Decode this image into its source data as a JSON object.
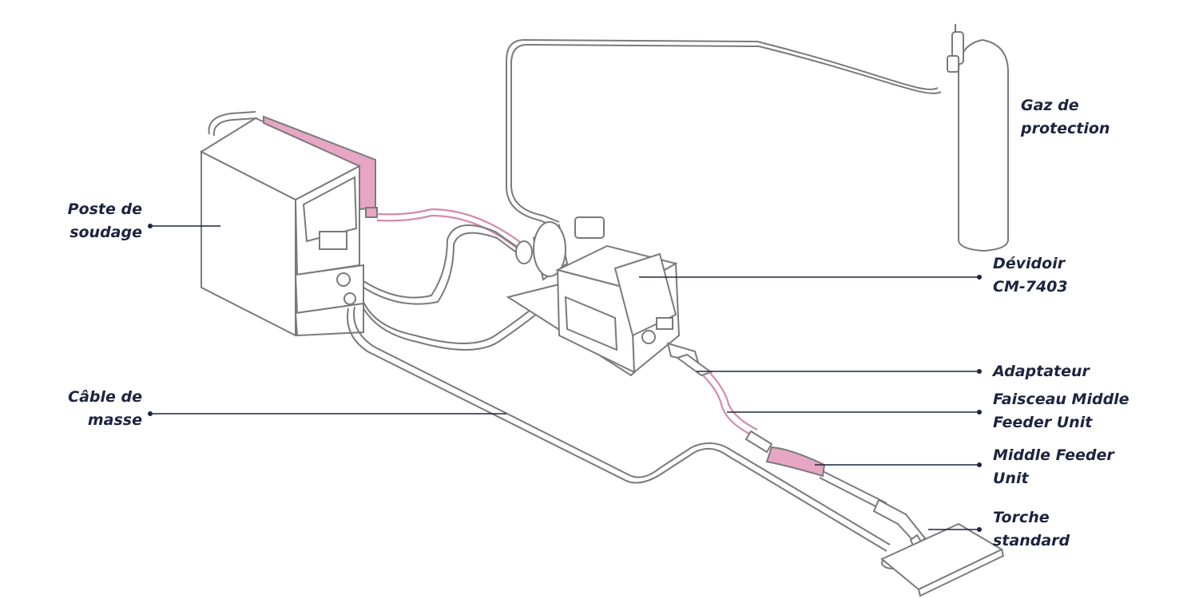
{
  "labels": {
    "poste": [
      "Poste de",
      "soudage"
    ],
    "gaz": [
      "Gaz de",
      "protection"
    ],
    "devidoir": [
      "Dévidoir",
      "CM-7403"
    ],
    "adaptateur": [
      "Adaptateur"
    ],
    "faisceau": [
      "Faisceau Middle",
      "Feeder Unit"
    ],
    "cable_masse": [
      "Câble de",
      "masse"
    ],
    "middle_feeder": [
      "Middle Feeder",
      "Unit"
    ],
    "torche": [
      "Torche",
      "standard"
    ]
  },
  "colors": {
    "text": "#1e2340",
    "line": "#7a7a7a",
    "highlight": "#e6a6c4"
  }
}
